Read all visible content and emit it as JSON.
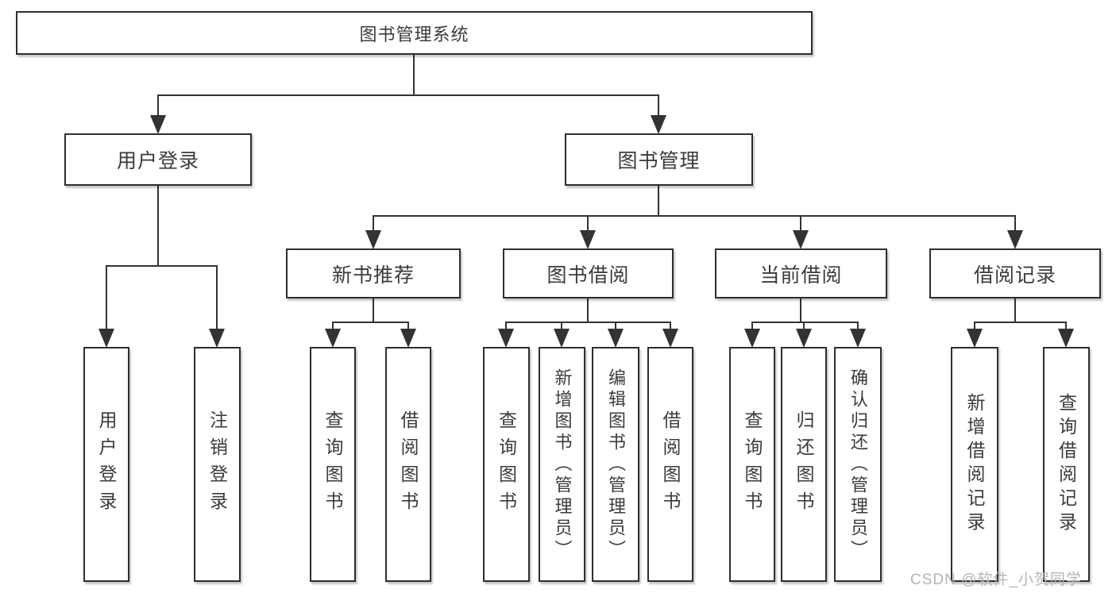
{
  "tree": {
    "root": {
      "label": "图书管理系统",
      "children": [
        {
          "label": "用户登录",
          "children": [
            {
              "label": "用户登录"
            },
            {
              "label": "注销登录"
            }
          ]
        },
        {
          "label": "图书管理",
          "children": [
            {
              "label": "新书推荐",
              "children": [
                {
                  "label": "查询图书"
                },
                {
                  "label": "借阅图书"
                }
              ]
            },
            {
              "label": "图书借阅",
              "children": [
                {
                  "label": "查询图书"
                },
                {
                  "label": "新增图书（管理员）"
                },
                {
                  "label": "编辑图书（管理员）"
                },
                {
                  "label": "借阅图书"
                }
              ]
            },
            {
              "label": "当前借阅",
              "children": [
                {
                  "label": "查询图书"
                },
                {
                  "label": "归还图书"
                },
                {
                  "label": "确认归还（管理员）"
                }
              ]
            },
            {
              "label": "借阅记录",
              "children": [
                {
                  "label": "新增借阅记录"
                },
                {
                  "label": "查询借阅记录"
                }
              ]
            }
          ]
        }
      ]
    }
  },
  "watermark": {
    "text": "CSDN @软件_小贺同学"
  },
  "colors": {
    "line": "#333333",
    "box_border": "#2e2e2e",
    "text": "#3b3b3b",
    "watermark": "#b4b4b4",
    "background": "#ffffff"
  }
}
